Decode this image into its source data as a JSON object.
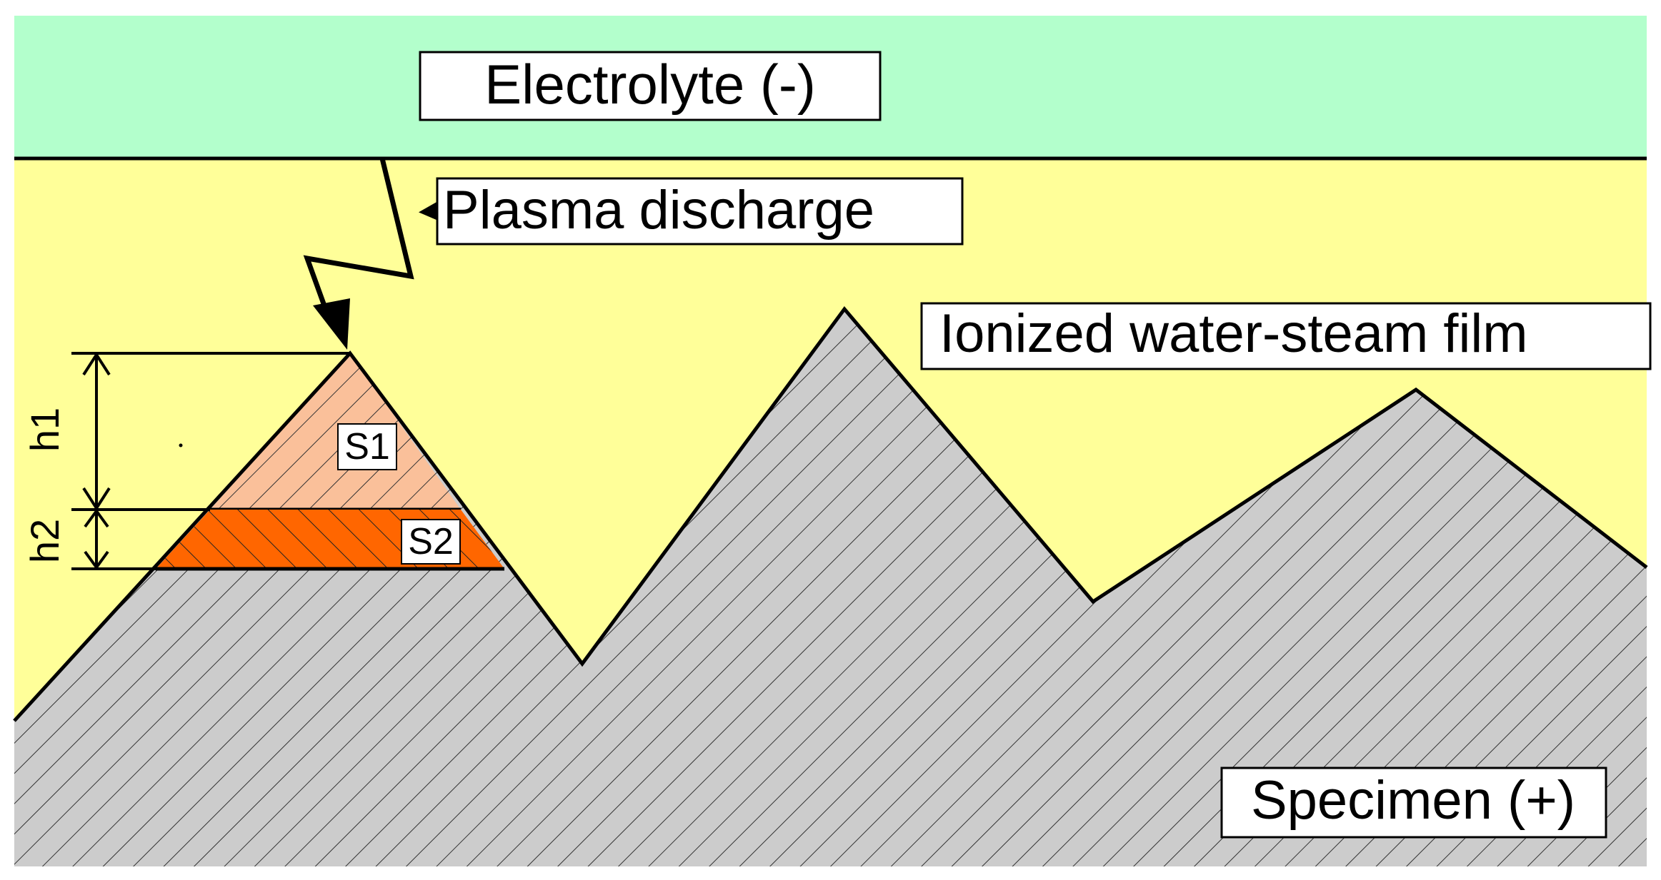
{
  "labels": {
    "electrolyte": "Electrolyte (-)",
    "plasma": "Plasma discharge",
    "film": "Ionized water-steam film",
    "specimen": "Specimen (+)",
    "s1": "S1",
    "s2": "S2",
    "h1": "h1",
    "h2": "h2"
  },
  "colors": {
    "electrolyte": "#b3ffcc",
    "film": "#ffff99",
    "specimen": "#cccccc",
    "s1": "#fac09a",
    "s2": "#ff6600",
    "stroke": "#000000"
  }
}
